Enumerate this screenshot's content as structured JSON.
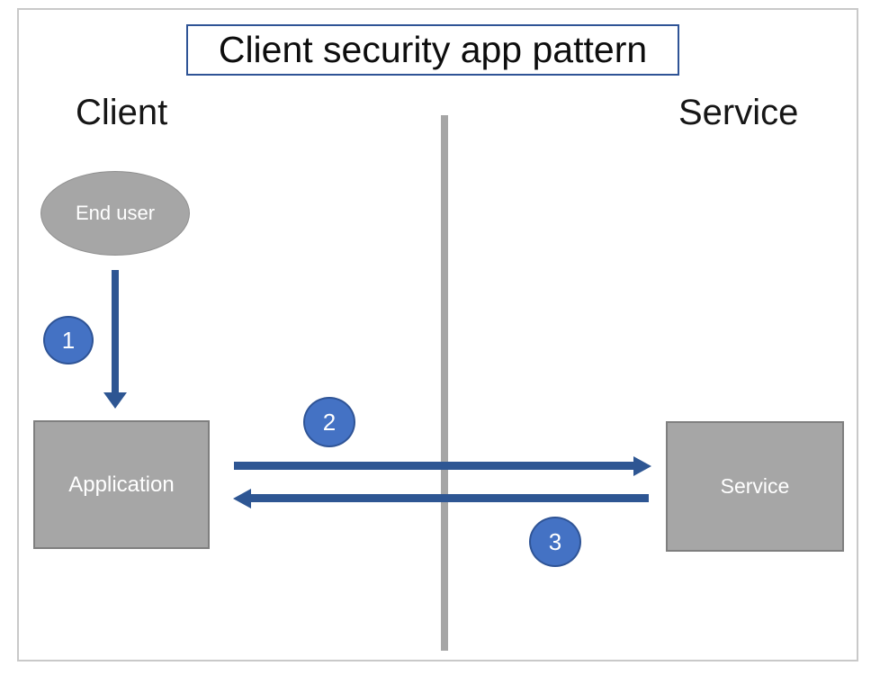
{
  "diagram": {
    "title": "Client security app pattern",
    "lanes": {
      "left_label": "Client",
      "right_label": "Service"
    },
    "nodes": {
      "end_user_label": "End user",
      "application_label": "Application",
      "service_label": "Service"
    },
    "steps": {
      "step1": "1",
      "step2": "2",
      "step3": "3"
    },
    "arrows": [
      {
        "name": "arrow-1",
        "direction": "down",
        "from": "End user",
        "to": "Application",
        "step": "1"
      },
      {
        "name": "arrow-2",
        "direction": "right",
        "from": "Application",
        "to": "Service",
        "step": "2"
      },
      {
        "name": "arrow-3",
        "direction": "left",
        "from": "Service",
        "to": "Application",
        "step": "3"
      }
    ]
  },
  "colors": {
    "badge_fill": "#4472C4",
    "badge_border": "#2F5496",
    "arrow_blue": "#2E5693",
    "node_gray_fill": "#A6A6A6",
    "node_gray_border": "#7F7F7F",
    "divider_gray": "#A6A6A6",
    "frame_border": "#C9C9C9",
    "title_box_border": "#2F5496",
    "text_dark": "#0D0D0D",
    "text_white": "#FFFFFF"
  }
}
